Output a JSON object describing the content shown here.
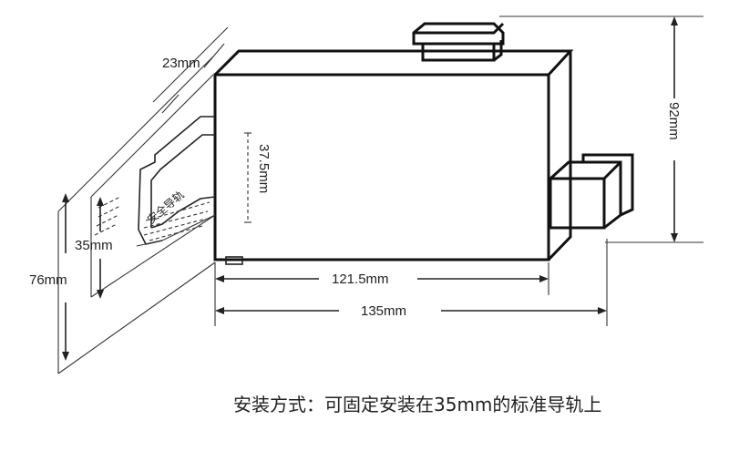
{
  "dimensions": {
    "depth": "23mm",
    "rail_gap": "37.5mm",
    "rail_width": "35mm",
    "total_height": "76mm",
    "base_length": "121.5mm",
    "total_length": "135mm",
    "height": "92mm"
  },
  "rail_label": "安全导轨",
  "caption": "安装方式：可固定安装在35mm的标准导轨上"
}
